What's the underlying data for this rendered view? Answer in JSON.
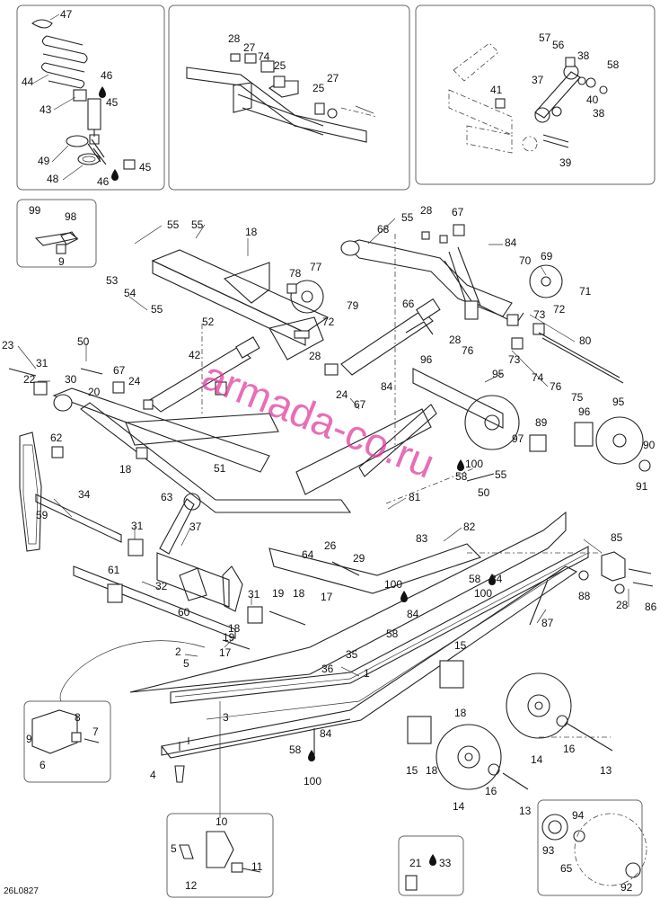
{
  "diagram": {
    "drawing_code": "26L0827",
    "watermark": "armada-co.ru",
    "labels": [
      {
        "id": "l47",
        "text": "47"
      },
      {
        "id": "l44",
        "text": "44"
      },
      {
        "id": "l46a",
        "text": "46"
      },
      {
        "id": "l43",
        "text": "43"
      },
      {
        "id": "l45a",
        "text": "45"
      },
      {
        "id": "l49",
        "text": "49"
      },
      {
        "id": "l48",
        "text": "48"
      },
      {
        "id": "l46b",
        "text": "46"
      },
      {
        "id": "l45b",
        "text": "45"
      },
      {
        "id": "l28a",
        "text": "28"
      },
      {
        "id": "l27a",
        "text": "27"
      },
      {
        "id": "l74a",
        "text": "74"
      },
      {
        "id": "l25a",
        "text": "25"
      },
      {
        "id": "l27b",
        "text": "27"
      },
      {
        "id": "l25b",
        "text": "25"
      },
      {
        "id": "l57",
        "text": "57"
      },
      {
        "id": "l56",
        "text": "56"
      },
      {
        "id": "l38a",
        "text": "38"
      },
      {
        "id": "l37a",
        "text": "37"
      },
      {
        "id": "l58a",
        "text": "58"
      },
      {
        "id": "l40",
        "text": "40"
      },
      {
        "id": "l41",
        "text": "41"
      },
      {
        "id": "l38b",
        "text": "38"
      },
      {
        "id": "l39",
        "text": "39"
      },
      {
        "id": "l99",
        "text": "99"
      },
      {
        "id": "l98",
        "text": "98"
      },
      {
        "id": "l9a",
        "text": "9"
      },
      {
        "id": "l55a",
        "text": "55"
      },
      {
        "id": "l55b",
        "text": "55"
      },
      {
        "id": "l18a",
        "text": "18"
      },
      {
        "id": "l55c",
        "text": "55"
      },
      {
        "id": "l28b",
        "text": "28"
      },
      {
        "id": "l67a",
        "text": "67"
      },
      {
        "id": "l68",
        "text": "68"
      },
      {
        "id": "l84a",
        "text": "84"
      },
      {
        "id": "l70",
        "text": "70"
      },
      {
        "id": "l69",
        "text": "69"
      },
      {
        "id": "l53",
        "text": "53"
      },
      {
        "id": "l54",
        "text": "54"
      },
      {
        "id": "l78",
        "text": "78"
      },
      {
        "id": "l77",
        "text": "77"
      },
      {
        "id": "l71",
        "text": "71"
      },
      {
        "id": "l55d",
        "text": "55"
      },
      {
        "id": "l79",
        "text": "79"
      },
      {
        "id": "l66",
        "text": "66"
      },
      {
        "id": "l72a",
        "text": "72"
      },
      {
        "id": "l72b",
        "text": "72"
      },
      {
        "id": "l52",
        "text": "52"
      },
      {
        "id": "l73a",
        "text": "73"
      },
      {
        "id": "l28c",
        "text": "28"
      },
      {
        "id": "l76a",
        "text": "76"
      },
      {
        "id": "l23",
        "text": "23"
      },
      {
        "id": "l50a",
        "text": "50"
      },
      {
        "id": "l42",
        "text": "42"
      },
      {
        "id": "l73b",
        "text": "73"
      },
      {
        "id": "l80",
        "text": "80"
      },
      {
        "id": "l31a",
        "text": "31"
      },
      {
        "id": "l96a",
        "text": "96"
      },
      {
        "id": "l28d",
        "text": "28"
      },
      {
        "id": "l74b",
        "text": "74"
      },
      {
        "id": "l76b",
        "text": "76"
      },
      {
        "id": "l67b",
        "text": "67"
      },
      {
        "id": "l24a",
        "text": "24"
      },
      {
        "id": "l30",
        "text": "30"
      },
      {
        "id": "l22",
        "text": "22"
      },
      {
        "id": "l20",
        "text": "20"
      },
      {
        "id": "l24b",
        "text": "24"
      },
      {
        "id": "l84b",
        "text": "84"
      },
      {
        "id": "l95a",
        "text": "95"
      },
      {
        "id": "l75",
        "text": "75"
      },
      {
        "id": "l67c",
        "text": "67"
      },
      {
        "id": "l95b",
        "text": "95"
      },
      {
        "id": "l96b",
        "text": "96"
      },
      {
        "id": "l89",
        "text": "89"
      },
      {
        "id": "l62",
        "text": "62"
      },
      {
        "id": "l97",
        "text": "97"
      },
      {
        "id": "l90",
        "text": "90"
      },
      {
        "id": "l51",
        "text": "51"
      },
      {
        "id": "l18b",
        "text": "18"
      },
      {
        "id": "l100a",
        "text": "100"
      },
      {
        "id": "l91",
        "text": "91"
      },
      {
        "id": "l58b",
        "text": "58"
      },
      {
        "id": "l55e",
        "text": "55"
      },
      {
        "id": "l63",
        "text": "63"
      },
      {
        "id": "l50b",
        "text": "50"
      },
      {
        "id": "l81",
        "text": "81"
      },
      {
        "id": "l34",
        "text": "34"
      },
      {
        "id": "l59",
        "text": "59"
      },
      {
        "id": "l31b",
        "text": "31"
      },
      {
        "id": "l37b",
        "text": "37"
      },
      {
        "id": "l82",
        "text": "82"
      },
      {
        "id": "l83",
        "text": "83"
      },
      {
        "id": "l85",
        "text": "85"
      },
      {
        "id": "l26",
        "text": "26"
      },
      {
        "id": "l64",
        "text": "64"
      },
      {
        "id": "l29",
        "text": "29"
      },
      {
        "id": "l61",
        "text": "61"
      },
      {
        "id": "l58c",
        "text": "58"
      },
      {
        "id": "l84c",
        "text": "84"
      },
      {
        "id": "l100b",
        "text": "100"
      },
      {
        "id": "l88",
        "text": "88"
      },
      {
        "id": "l28e",
        "text": "28"
      },
      {
        "id": "l86",
        "text": "86"
      },
      {
        "id": "l32",
        "text": "32"
      },
      {
        "id": "l31c",
        "text": "31"
      },
      {
        "id": "l19a",
        "text": "19"
      },
      {
        "id": "l18c",
        "text": "18"
      },
      {
        "id": "l17a",
        "text": "17"
      },
      {
        "id": "l100c",
        "text": "100"
      },
      {
        "id": "l87",
        "text": "87"
      },
      {
        "id": "l60",
        "text": "60"
      },
      {
        "id": "l84d",
        "text": "84"
      },
      {
        "id": "l19b",
        "text": "19"
      },
      {
        "id": "l18d",
        "text": "18"
      },
      {
        "id": "l58d",
        "text": "58"
      },
      {
        "id": "l17b",
        "text": "17"
      },
      {
        "id": "l2",
        "text": "2"
      },
      {
        "id": "l5a",
        "text": "5"
      },
      {
        "id": "l35",
        "text": "35"
      },
      {
        "id": "l15a",
        "text": "15"
      },
      {
        "id": "l36",
        "text": "36"
      },
      {
        "id": "l1",
        "text": "1"
      },
      {
        "id": "l18e",
        "text": "18"
      },
      {
        "id": "l8",
        "text": "8"
      },
      {
        "id": "l7",
        "text": "7"
      },
      {
        "id": "l9b",
        "text": "9"
      },
      {
        "id": "l3",
        "text": "3"
      },
      {
        "id": "l6",
        "text": "6"
      },
      {
        "id": "l84e",
        "text": "84"
      },
      {
        "id": "l58e",
        "text": "58"
      },
      {
        "id": "l16a",
        "text": "16"
      },
      {
        "id": "l13a",
        "text": "13"
      },
      {
        "id": "l14a",
        "text": "14"
      },
      {
        "id": "l15b",
        "text": "15"
      },
      {
        "id": "l18f",
        "text": "18"
      },
      {
        "id": "l100d",
        "text": "100"
      },
      {
        "id": "l4",
        "text": "4"
      },
      {
        "id": "l16b",
        "text": "16"
      },
      {
        "id": "l14b",
        "text": "14"
      },
      {
        "id": "l13b",
        "text": "13"
      },
      {
        "id": "l10",
        "text": "10"
      },
      {
        "id": "l94",
        "text": "94"
      },
      {
        "id": "l5b",
        "text": "5"
      },
      {
        "id": "l93",
        "text": "93"
      },
      {
        "id": "l65",
        "text": "65"
      },
      {
        "id": "l21",
        "text": "21"
      },
      {
        "id": "l33",
        "text": "33"
      },
      {
        "id": "l12",
        "text": "12"
      },
      {
        "id": "l11",
        "text": "11"
      },
      {
        "id": "l92",
        "text": "92"
      }
    ]
  }
}
